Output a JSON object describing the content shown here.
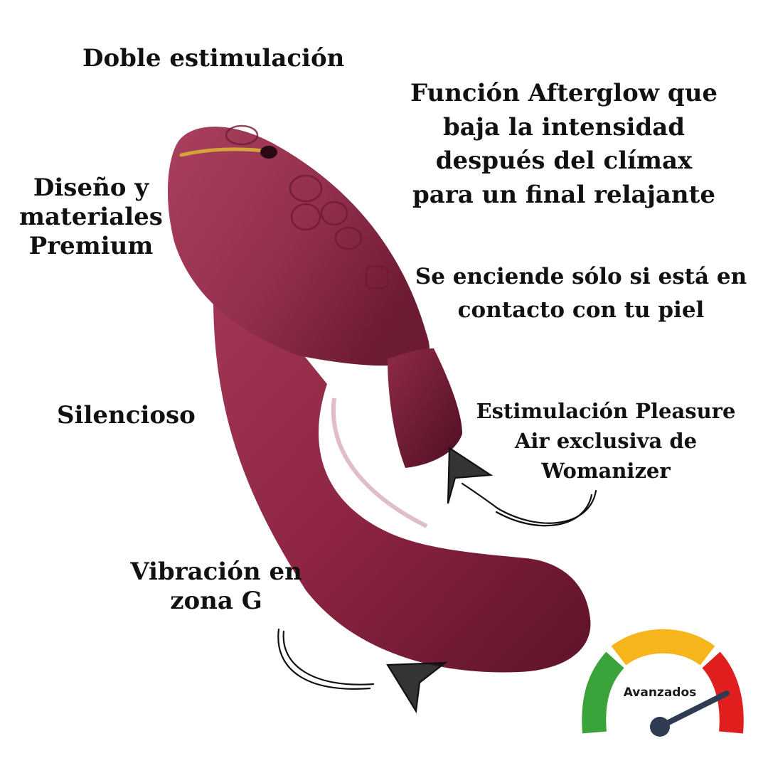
{
  "labels": {
    "doble": "Doble estimulación",
    "diseno": [
      "Diseño y",
      "materiales",
      "Premium"
    ],
    "silencioso": "Silencioso",
    "vibracion": [
      "Vibración en",
      "zona G"
    ],
    "funcion": [
      "Función Afterglow que",
      "baja la intensidad",
      "después del clímax",
      "para un final relajante"
    ],
    "enciende": [
      "Se enciende sólo si está en",
      "contacto con tu piel"
    ],
    "pleasure": [
      "Estimulación Pleasure",
      "Air exclusiva de",
      "Womanizer"
    ]
  },
  "gauge": {
    "label": "Avanzados",
    "level": "high",
    "colors": {
      "low": "#3aa33a",
      "mid": "#f5b51b",
      "high": "#e01e1e",
      "needle": "#2f3b52"
    }
  },
  "colors": {
    "product": "#8c2442",
    "product_dark": "#5e1329",
    "accent": "#d4a33a",
    "text": "#111111"
  },
  "icons": [
    "arrow-sketch-icon",
    "gauge-icon",
    "power-icon",
    "mode-icon"
  ]
}
